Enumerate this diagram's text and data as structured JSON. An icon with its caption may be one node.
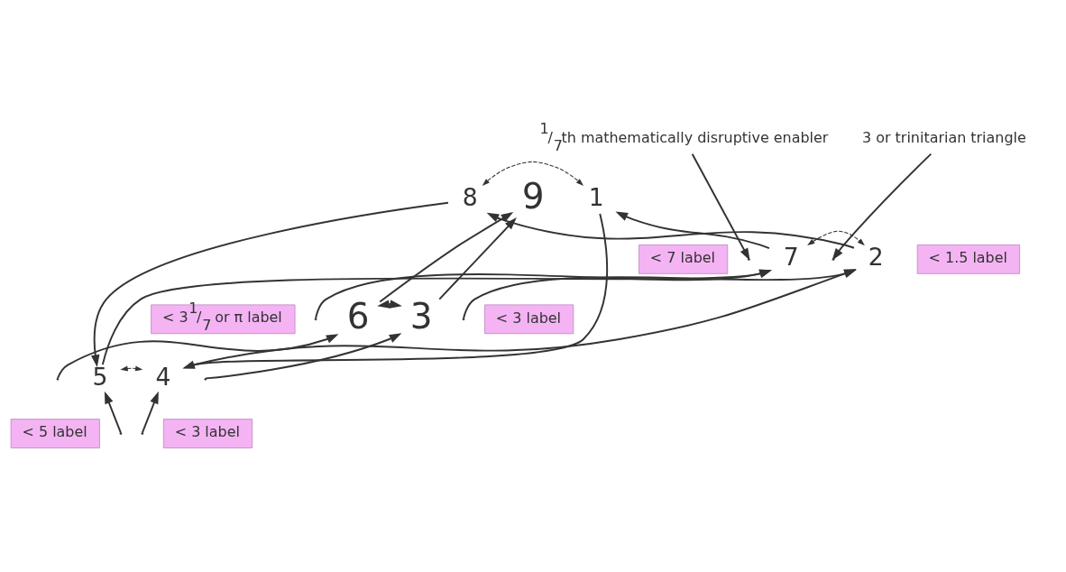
{
  "diagram": {
    "nodes": [
      {
        "text": [
          "9"
        ]
      },
      {
        "text": [
          "8"
        ]
      },
      {
        "text": [
          "1"
        ]
      },
      {
        "text": [
          "7"
        ]
      },
      {
        "text": [
          "2"
        ]
      },
      {
        "text": [
          "6"
        ]
      },
      {
        "text": [
          "3"
        ]
      },
      {
        "text": [
          "5"
        ]
      },
      {
        "text": [
          "4"
        ]
      },
      {
        "text": [
          "$^{1}$/$_{7}$th mathematically disruptive enabler"
        ]
      },
      {
        "text": [
          "3 or trinitarian triangle"
        ]
      },
      {
        "text": [
          "< 7 label"
        ]
      },
      {
        "text": [
          "< 1.5 label"
        ]
      },
      {
        "text": [
          "< 3$^{1}$/$_{7}$ or π label"
        ]
      },
      {
        "text": [
          "< 3 label"
        ]
      },
      {
        "text": [
          "< 5 label"
        ]
      },
      {
        "text": [
          "< 3 label"
        ]
      }
    ],
    "edges": [
      {
        "from": 1,
        "to": 2,
        "arrow": "both",
        "style": "dashed"
      },
      {
        "from": 3,
        "to": 4,
        "arrow": "both",
        "style": "dashed"
      },
      {
        "from": 7,
        "to": 8,
        "arrow": "both",
        "style": "dashed"
      },
      {
        "from": 1,
        "to": 7,
        "arrow": "to"
      },
      {
        "from": 2,
        "to": 8,
        "arrow": "to"
      },
      {
        "from": 3,
        "to": 2,
        "arrow": "to"
      },
      {
        "from": 5,
        "to": 0,
        "arrow": "to"
      },
      {
        "from": 6,
        "to": 0,
        "arrow": "to"
      },
      {
        "from": 4,
        "to": 1,
        "arrow": "to"
      },
      {
        "from": 7,
        "to": 3,
        "arrow": "to"
      },
      {
        "from": 8,
        "to": 4,
        "arrow": "to"
      },
      {
        "from": 5,
        "to": 6,
        "arrow": "both"
      },
      {
        "from": 9,
        "to": null,
        "arrow": "to"
      },
      {
        "from": 10,
        "to": null,
        "arrow": "to"
      },
      {
        "from": null,
        "to": 3,
        "arrow": "to"
      },
      {
        "from": null,
        "to": 4,
        "arrow": "to"
      },
      {
        "from": null,
        "to": 5,
        "arrow": "to"
      },
      {
        "from": null,
        "to": 6,
        "arrow": "to"
      },
      {
        "from": null,
        "to": 7,
        "arrow": "to"
      },
      {
        "from": null,
        "to": 8,
        "arrow": "to"
      }
    ]
  }
}
